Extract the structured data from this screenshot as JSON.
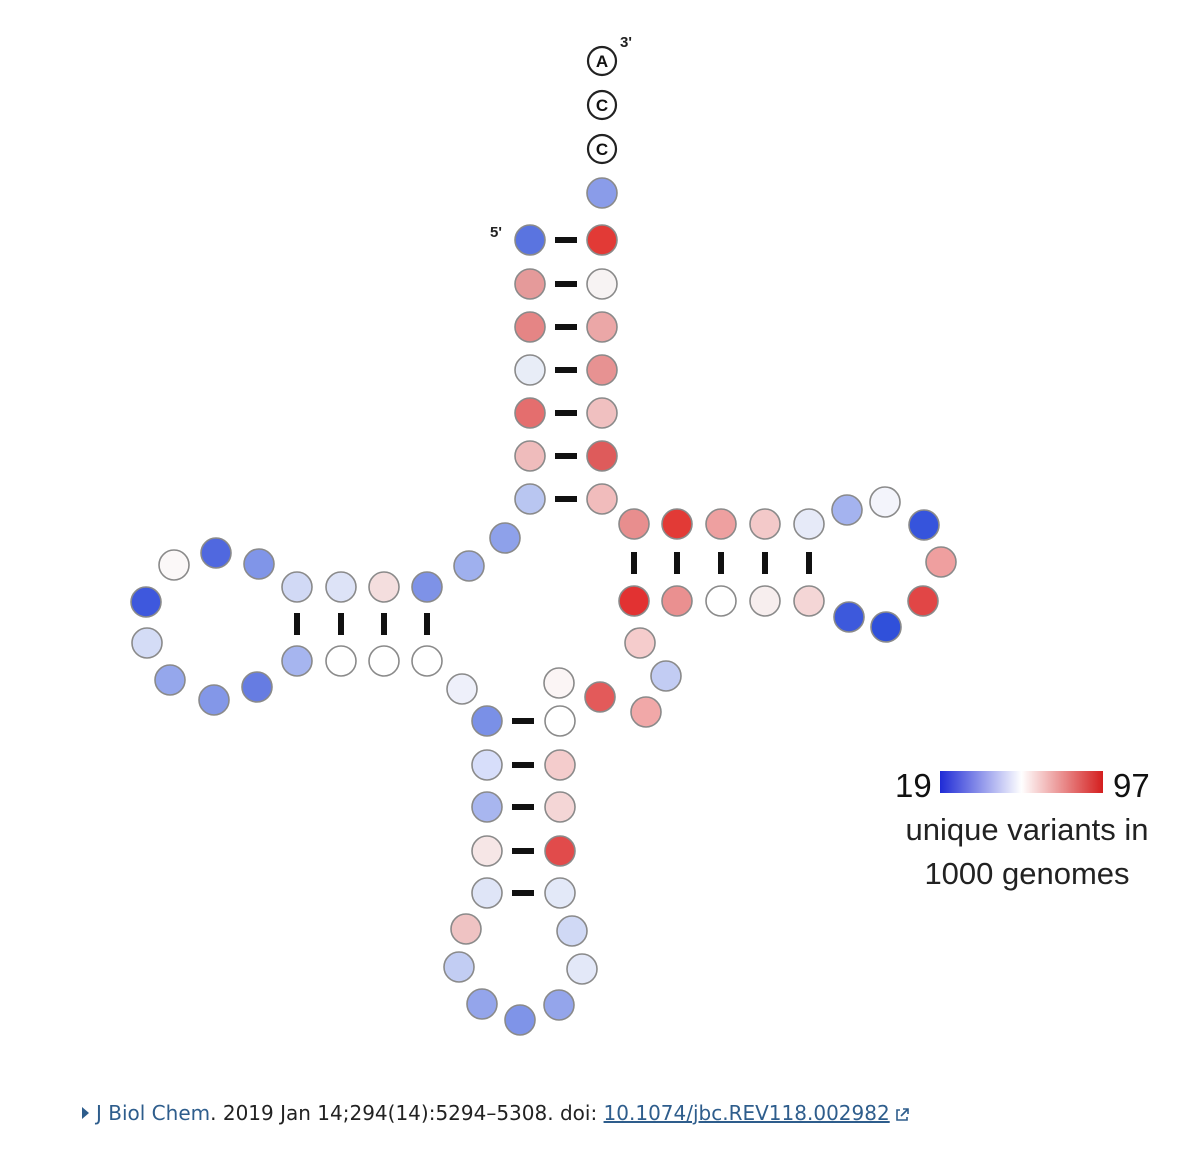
{
  "diagram": {
    "labels": {
      "three_prime": "3'",
      "five_prime": "5'"
    },
    "cca_tail": [
      "A",
      "C",
      "C"
    ],
    "legend": {
      "min_label": "19",
      "max_label": "97",
      "caption_line1": "unique variants in",
      "caption_line2": "1000 genomes",
      "color_low": "#1f2bd6",
      "color_mid": "#ffffff",
      "color_high": "#d41e1e"
    }
  },
  "citation": {
    "journal": "J Biol Chem",
    "details": ". 2019 Jan 14;294(14):5294–5308. doi: ",
    "doi": "10.1074/jbc.REV118.002982"
  }
}
